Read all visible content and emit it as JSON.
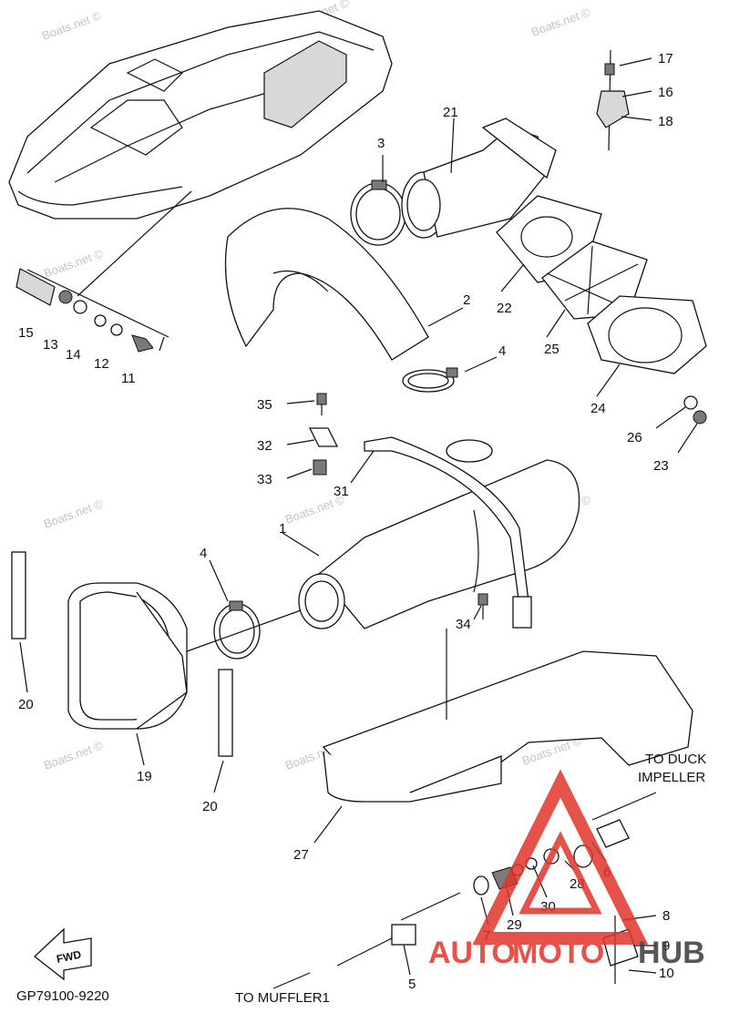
{
  "diagram": {
    "code": "GP79100-9220",
    "fwd_label": "FWD",
    "notes": {
      "to_duck_line1": "TO DUCK",
      "to_duck_line2": "IMPELLER",
      "to_muffler": "TO MUFFLER1"
    },
    "watermark": "Boats.net ©",
    "logo": {
      "text_a": "AUTO",
      "text_b": "MOTO",
      "text_c": "HUB",
      "color_red": "#e0352b",
      "color_dark": "#3a3a3a"
    },
    "callouts": [
      "1",
      "2",
      "3",
      "4",
      "4",
      "5",
      "6",
      "7",
      "8",
      "9",
      "10",
      "11",
      "12",
      "13",
      "14",
      "15",
      "16",
      "17",
      "18",
      "19",
      "20",
      "20",
      "21",
      "22",
      "23",
      "24",
      "25",
      "26",
      "27",
      "28",
      "29",
      "30",
      "31",
      "32",
      "33",
      "34",
      "35"
    ]
  }
}
